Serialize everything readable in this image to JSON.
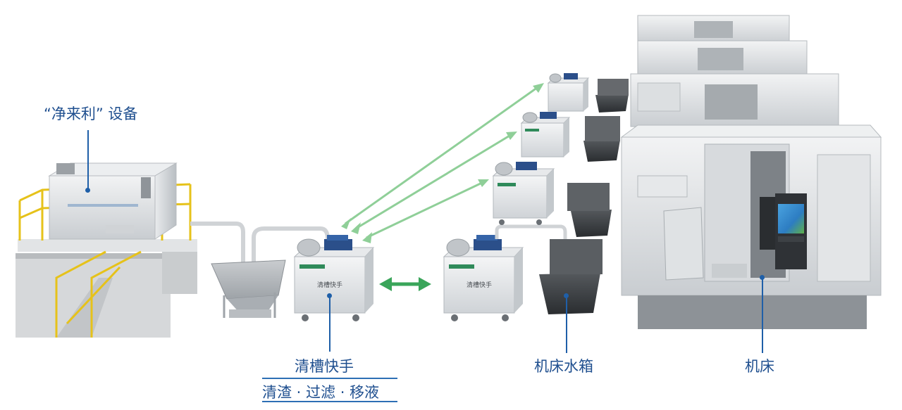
{
  "labels": {
    "equipment": "“净来利” 设备",
    "cleaner_title": "清槽快手",
    "cleaner_subtitle": "清渣 · 过滤 · 移液",
    "tank": "机床水箱",
    "machine": "机床"
  },
  "device_labels": {
    "cleaner": "清槽快手"
  },
  "colors": {
    "accent_blue": "#1f4f8f",
    "arrow_green_light": "#8fcf98",
    "arrow_green_dark": "#3aa55a",
    "machine_grey": "#d9dcdf",
    "tank_dark": "#3d4145"
  }
}
